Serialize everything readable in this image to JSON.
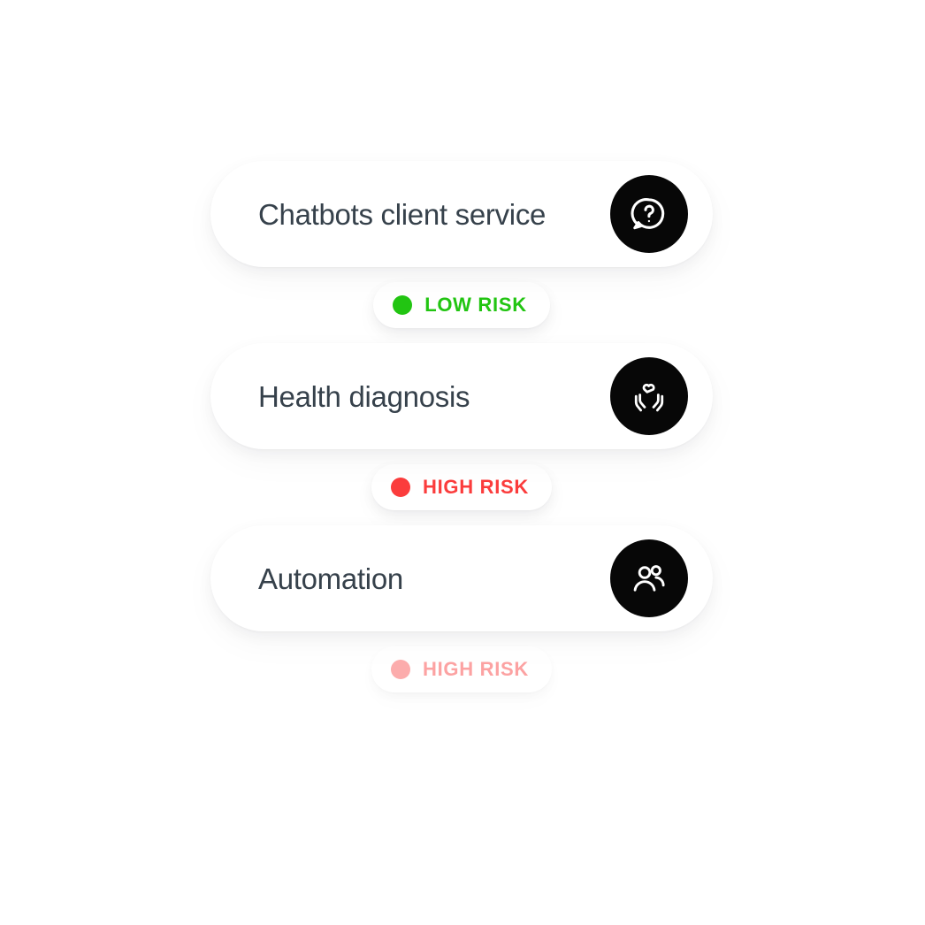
{
  "theme": {
    "page_background": "#ffffff",
    "card_background": "#ffffff",
    "card_title_color": "#36414b",
    "icon_badge_background": "#070707",
    "icon_glyph_color": "#ffffff",
    "low_risk_color": "#22c512",
    "high_risk_color": "#fb4a4a"
  },
  "cards": [
    {
      "title": "Chatbots client service",
      "icon_name": "chat-question-icon",
      "risk": {
        "label": "LOW RISK",
        "level": "low",
        "color": "#22c512",
        "dot_color": "#22c512",
        "faded": false
      }
    },
    {
      "title": "Health diagnosis",
      "icon_name": "hands-holding-heart-icon",
      "risk": {
        "label": "HIGH RISK",
        "level": "high",
        "color": "#fb3c3c",
        "dot_color": "#fb3c3c",
        "faded": false
      }
    },
    {
      "title": "Automation",
      "icon_name": "users-group-icon",
      "risk": {
        "label": "HIGH RISK",
        "level": "high",
        "color": "#fb6a6a",
        "dot_color": "#fb7a7a",
        "faded": true
      }
    }
  ]
}
